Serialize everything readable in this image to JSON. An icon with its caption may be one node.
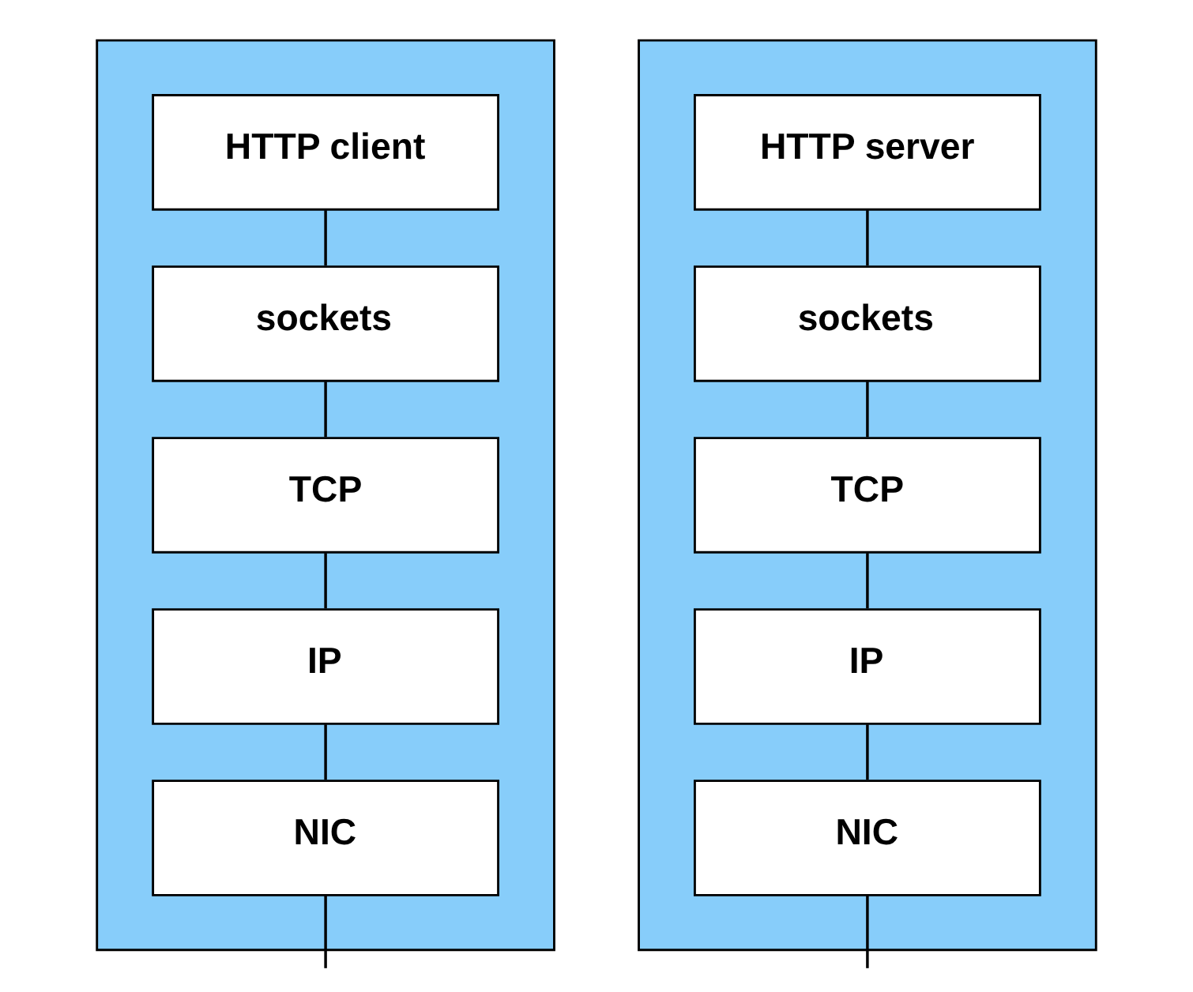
{
  "diagram": {
    "nodes": [
      {
        "text": [],
        "shape": "box"
      },
      {
        "text": [
          "HTTP client"
        ],
        "in": 0
      },
      {
        "text": [
          "sockets"
        ],
        "in": 0
      },
      {
        "text": [
          "TCP"
        ],
        "in": 0
      },
      {
        "text": [
          "IP"
        ],
        "in": 0
      },
      {
        "text": [
          "NIC"
        ],
        "in": 0
      },
      {
        "text": [],
        "shape": "box"
      },
      {
        "text": [
          "HTTP server"
        ],
        "in": 6
      },
      {
        "text": [
          "sockets"
        ],
        "in": 6
      },
      {
        "text": [
          "TCP"
        ],
        "in": 6
      },
      {
        "text": [
          "IP"
        ],
        "in": 6
      },
      {
        "text": [
          "NIC"
        ],
        "in": 6
      }
    ],
    "edges": [
      {
        "from": 1,
        "to": 2,
        "arrow": "none"
      },
      {
        "from": 2,
        "to": 3,
        "arrow": "none"
      },
      {
        "from": 3,
        "to": 4,
        "arrow": "none"
      },
      {
        "from": 4,
        "to": 5,
        "arrow": "none"
      },
      {
        "from": 5,
        "to": null,
        "arrow": "none"
      },
      {
        "from": 7,
        "to": 8,
        "arrow": "none"
      },
      {
        "from": 8,
        "to": 9,
        "arrow": "none"
      },
      {
        "from": 9,
        "to": 10,
        "arrow": "none"
      },
      {
        "from": 10,
        "to": 11,
        "arrow": "none"
      },
      {
        "from": 11,
        "to": null,
        "arrow": "none"
      }
    ]
  }
}
